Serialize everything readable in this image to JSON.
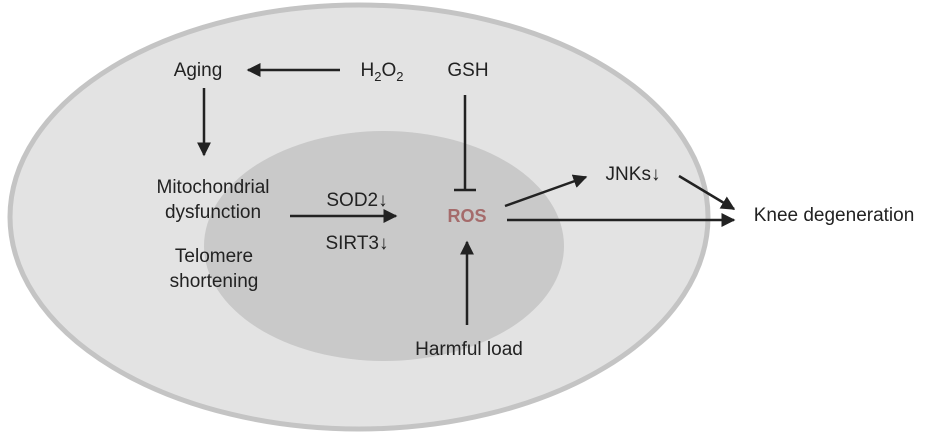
{
  "nodes": {
    "aging": "Aging",
    "h2o2": {
      "h": "H",
      "two_a": "2",
      "o": "O",
      "two_b": "2"
    },
    "gsh": "GSH",
    "mito_line1": "Mitochondrial",
    "mito_line2": "dysfunction",
    "sod2": "SOD2↓",
    "sirt3": "SIRT3↓",
    "telomere_line1": "Telomere",
    "telomere_line2": "shortening",
    "ros": "ROS",
    "jnks": "JNKs↓",
    "knee": "Knee degeneration",
    "harmful_load": "Harmful load"
  },
  "colors": {
    "outer_fill": "#e3e3e3",
    "outer_stroke": "#c4c4c4",
    "inner_fill": "#c9c9c9",
    "arrow": "#222222",
    "ros_text": "#a56b6b"
  }
}
